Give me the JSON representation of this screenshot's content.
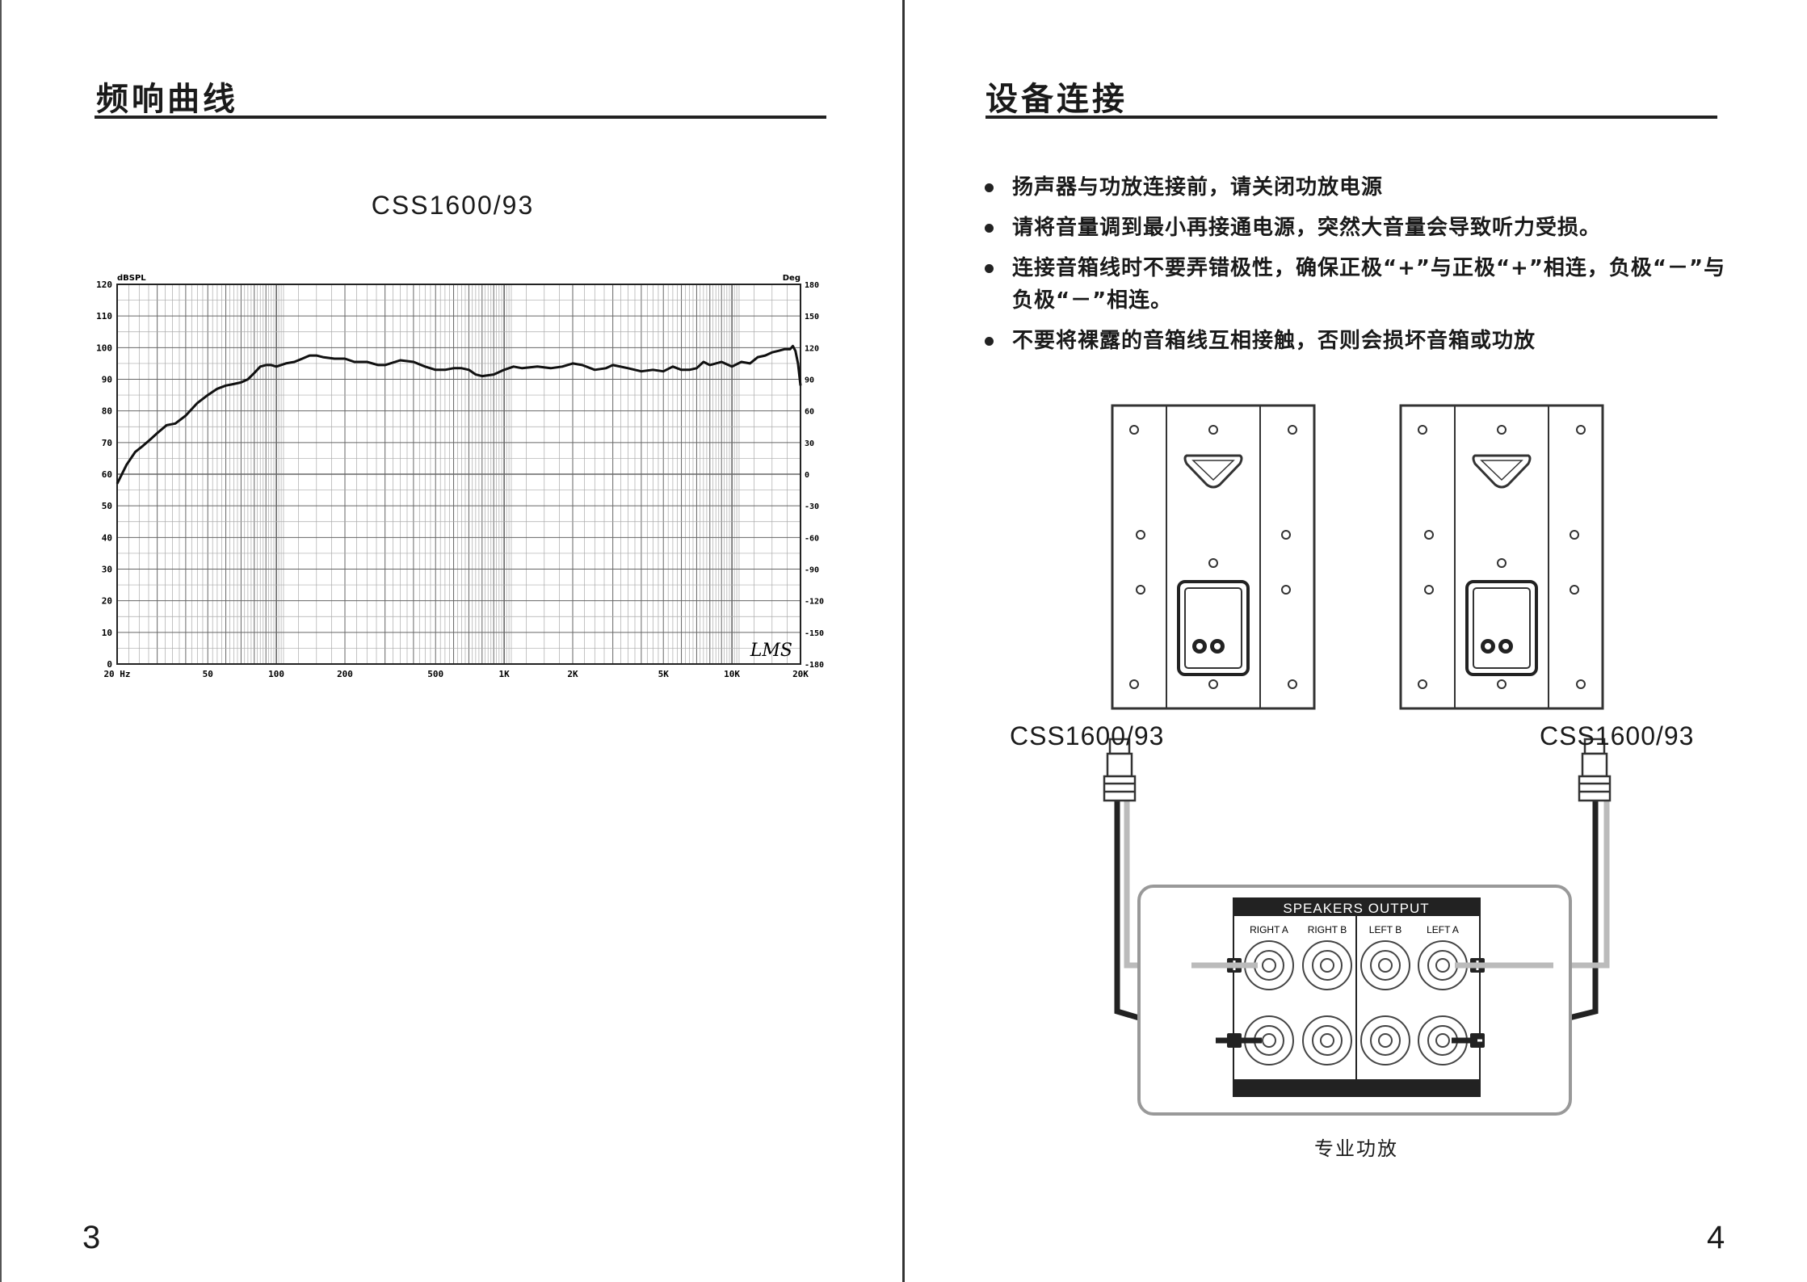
{
  "left_page": {
    "title": "频响曲线",
    "chart_title": "CSS1600/93",
    "page_number": "3"
  },
  "right_page": {
    "title": "设备连接",
    "bullets": [
      "扬声器与功放连接前，请关闭功放电源",
      "请将音量调到最小再接通电源，突然大音量会导致听力受损。",
      "连接音箱线时不要弄错极性，确保正极“+”与正极“+”相连，负极“－”与负极“－”相连。",
      "不要将裸露的音箱线互相接触，否则会损坏音箱或功放"
    ],
    "speaker_left_label": "CSS1600/93",
    "speaker_right_label": "CSS1600/93",
    "amp_panel_title": "SPEAKERS OUTPUT",
    "amp_channels": [
      "RIGHT A",
      "RIGHT B",
      "LEFT B",
      "LEFT A"
    ],
    "amp_caption": "专业功放",
    "page_number": "4"
  },
  "chart_data": {
    "type": "line",
    "title": "CSS1600/93",
    "ylabel": "dBSPL",
    "y2label": "Deg",
    "x_scale": "log",
    "xlim": [
      20,
      20000
    ],
    "ylim": [
      0,
      120
    ],
    "y2lim": [
      -180,
      180
    ],
    "x_ticks": [
      {
        "v": 20,
        "label": "20  Hz"
      },
      {
        "v": 50,
        "label": "50"
      },
      {
        "v": 100,
        "label": "100"
      },
      {
        "v": 200,
        "label": "200"
      },
      {
        "v": 500,
        "label": "500"
      },
      {
        "v": 1000,
        "label": "1K"
      },
      {
        "v": 2000,
        "label": "2K"
      },
      {
        "v": 5000,
        "label": "5K"
      },
      {
        "v": 10000,
        "label": "10K"
      },
      {
        "v": 20000,
        "label": "20K"
      }
    ],
    "y_ticks": [
      0,
      10,
      20,
      30,
      40,
      50,
      60,
      70,
      80,
      90,
      100,
      110,
      120
    ],
    "y2_ticks": [
      -180,
      -150,
      -120,
      -90,
      -60,
      -30,
      0,
      30,
      60,
      90,
      120,
      150,
      180
    ],
    "annotation": "LMS",
    "grid": true,
    "series": [
      {
        "x": [
          20,
          22,
          24,
          26,
          28,
          30,
          33,
          36,
          40,
          45,
          50,
          55,
          60,
          65,
          70,
          75,
          80,
          85,
          90,
          95,
          100,
          110,
          120,
          130,
          140,
          150,
          160,
          180,
          200,
          220,
          250,
          280,
          300,
          350,
          400,
          450,
          500,
          550,
          600,
          650,
          700,
          750,
          800,
          900,
          1000,
          1100,
          1200,
          1400,
          1600,
          1800,
          2000,
          2200,
          2500,
          2800,
          3000,
          3500,
          4000,
          4500,
          5000,
          5500,
          6000,
          6500,
          7000,
          7500,
          8000,
          9000,
          10000,
          11000,
          12000,
          13000,
          14000,
          15000,
          16000,
          17000,
          18000,
          18500,
          19000,
          19500,
          20000
        ],
        "y": [
          57,
          63,
          67,
          69,
          71,
          73,
          75.5,
          76,
          78.5,
          82.5,
          85,
          87,
          88,
          88.5,
          89,
          90,
          92,
          94,
          94.5,
          94.5,
          94,
          95,
          95.5,
          96.5,
          97.5,
          97.5,
          97,
          96.5,
          96.5,
          95.5,
          95.5,
          94.5,
          94.5,
          96,
          95.5,
          94,
          93,
          93,
          93.5,
          93.5,
          93,
          91.5,
          91,
          91.5,
          93,
          94,
          93.5,
          94,
          93.5,
          94,
          95,
          94.5,
          93,
          93.5,
          94.5,
          93.5,
          92.5,
          93,
          92.5,
          94,
          93,
          93,
          93.5,
          95.5,
          94.5,
          95.5,
          94,
          95.5,
          95,
          97,
          97.5,
          98.5,
          99,
          99.5,
          99.5,
          100.5,
          99,
          95,
          88
        ]
      }
    ]
  }
}
